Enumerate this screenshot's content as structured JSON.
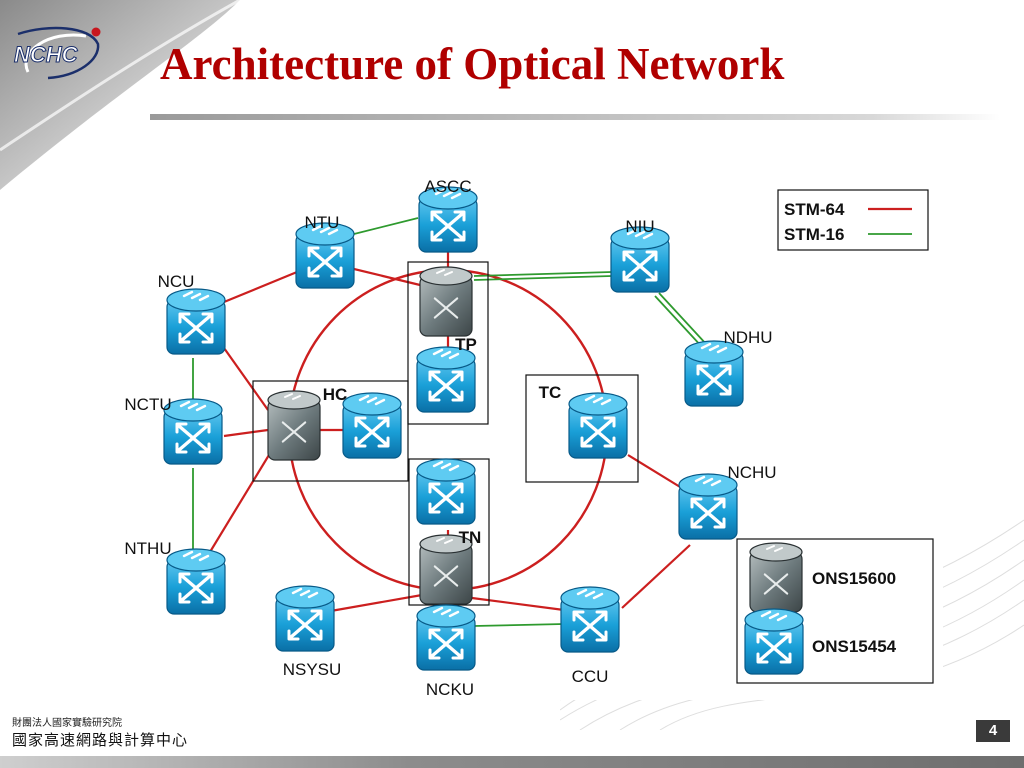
{
  "title": "Architecture of Optical Network",
  "logo_text": "NCHC",
  "footer": {
    "org_line1": "財團法人國家實驗研究院",
    "org_line2": "國家高速網路與計算中心"
  },
  "page_number": "4",
  "sites": {
    "ascc": "ASCC",
    "ntu": "NTU",
    "niu": "NIU",
    "ncu": "NCU",
    "ndhu": "NDHU",
    "nctu": "NCTU",
    "nchu": "NCHU",
    "nthu": "NTHU",
    "nsysu": "NSYSU",
    "ncku": "NCKU",
    "ccu": "CCU"
  },
  "hubs": {
    "tp": "TP",
    "hc": "HC",
    "tc": "TC",
    "tn": "TN"
  },
  "link_legend": {
    "stm64": "STM-64",
    "stm16": "STM-16",
    "stm64_color": "#cc1f1f",
    "stm16_color": "#2e9a2e"
  },
  "device_legend": {
    "ons15600": "ONS15600",
    "ons15454": "ONS15454"
  },
  "colors": {
    "title": "#b00000",
    "router_blue": "#1aa0d8",
    "router_gray": "#6e7b7e"
  }
}
